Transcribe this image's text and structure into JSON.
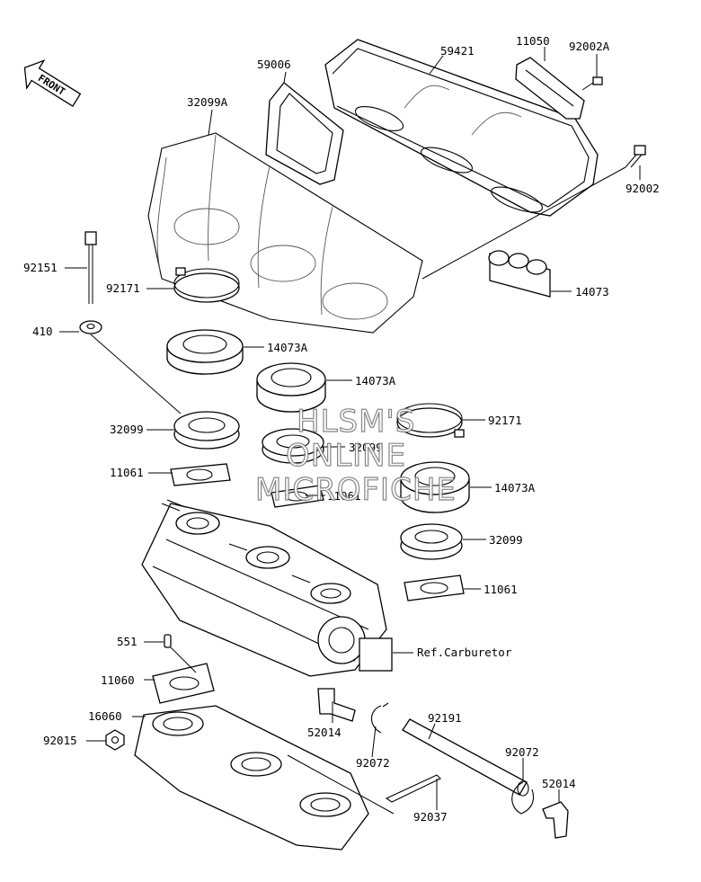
{
  "front_label": "FRONT",
  "watermark": [
    "HLSM'S",
    "ONLINE",
    "MICROFICHE"
  ],
  "labels": {
    "p11050": "11050",
    "p92002A": "92002A",
    "p59421": "59421",
    "p59006": "59006",
    "p32099A": "32099A",
    "p92002": "92002",
    "p92151": "92151",
    "p92171a": "92171",
    "p14073": "14073",
    "p410": "410",
    "p14073Aa": "14073A",
    "p14073Ab": "14073A",
    "p32099a": "32099",
    "p92171b": "92171",
    "p32099b": "32099",
    "p11061a": "11061",
    "p11061b": "11061",
    "p14073Ac": "14073A",
    "p32099c": "32099",
    "p11061c": "11061",
    "p551": "551",
    "ref_carburetor": "Ref.Carburetor",
    "p11060": "11060",
    "p52014a": "52014",
    "p92191": "92191",
    "p16060": "16060",
    "p92015": "92015",
    "p92072a": "92072",
    "p92072b": "92072",
    "p52014b": "52014",
    "p92037": "92037"
  }
}
